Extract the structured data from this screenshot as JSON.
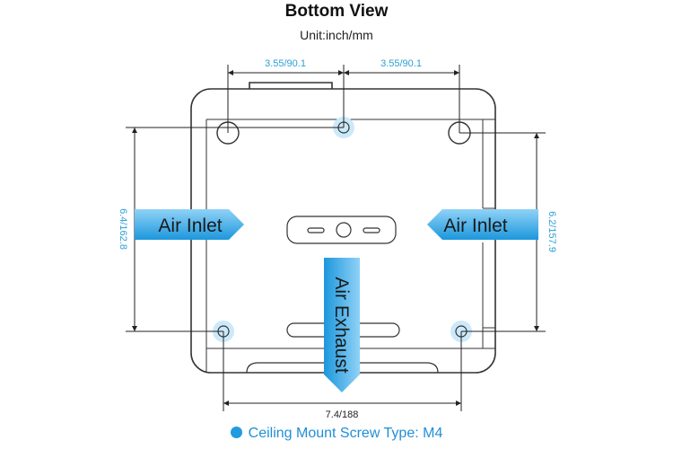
{
  "title": "Bottom View",
  "unit": "Unit:inch/mm",
  "dimensions": {
    "top_left": "3.55/90.1",
    "top_right": "3.55/90.1",
    "left_height": "6.4/162.8",
    "right_height": "6.2/157.9",
    "bottom_width": "7.4/188"
  },
  "airflow": {
    "inlet_left": "Air Inlet",
    "inlet_right": "Air Inlet",
    "exhaust": "Air Exhaust"
  },
  "legend": {
    "label": "Ceiling Mount Screw Type: M4"
  },
  "colors": {
    "accent": "#1f9be0",
    "dimension": "#2b9fd6",
    "outline": "#333333"
  }
}
